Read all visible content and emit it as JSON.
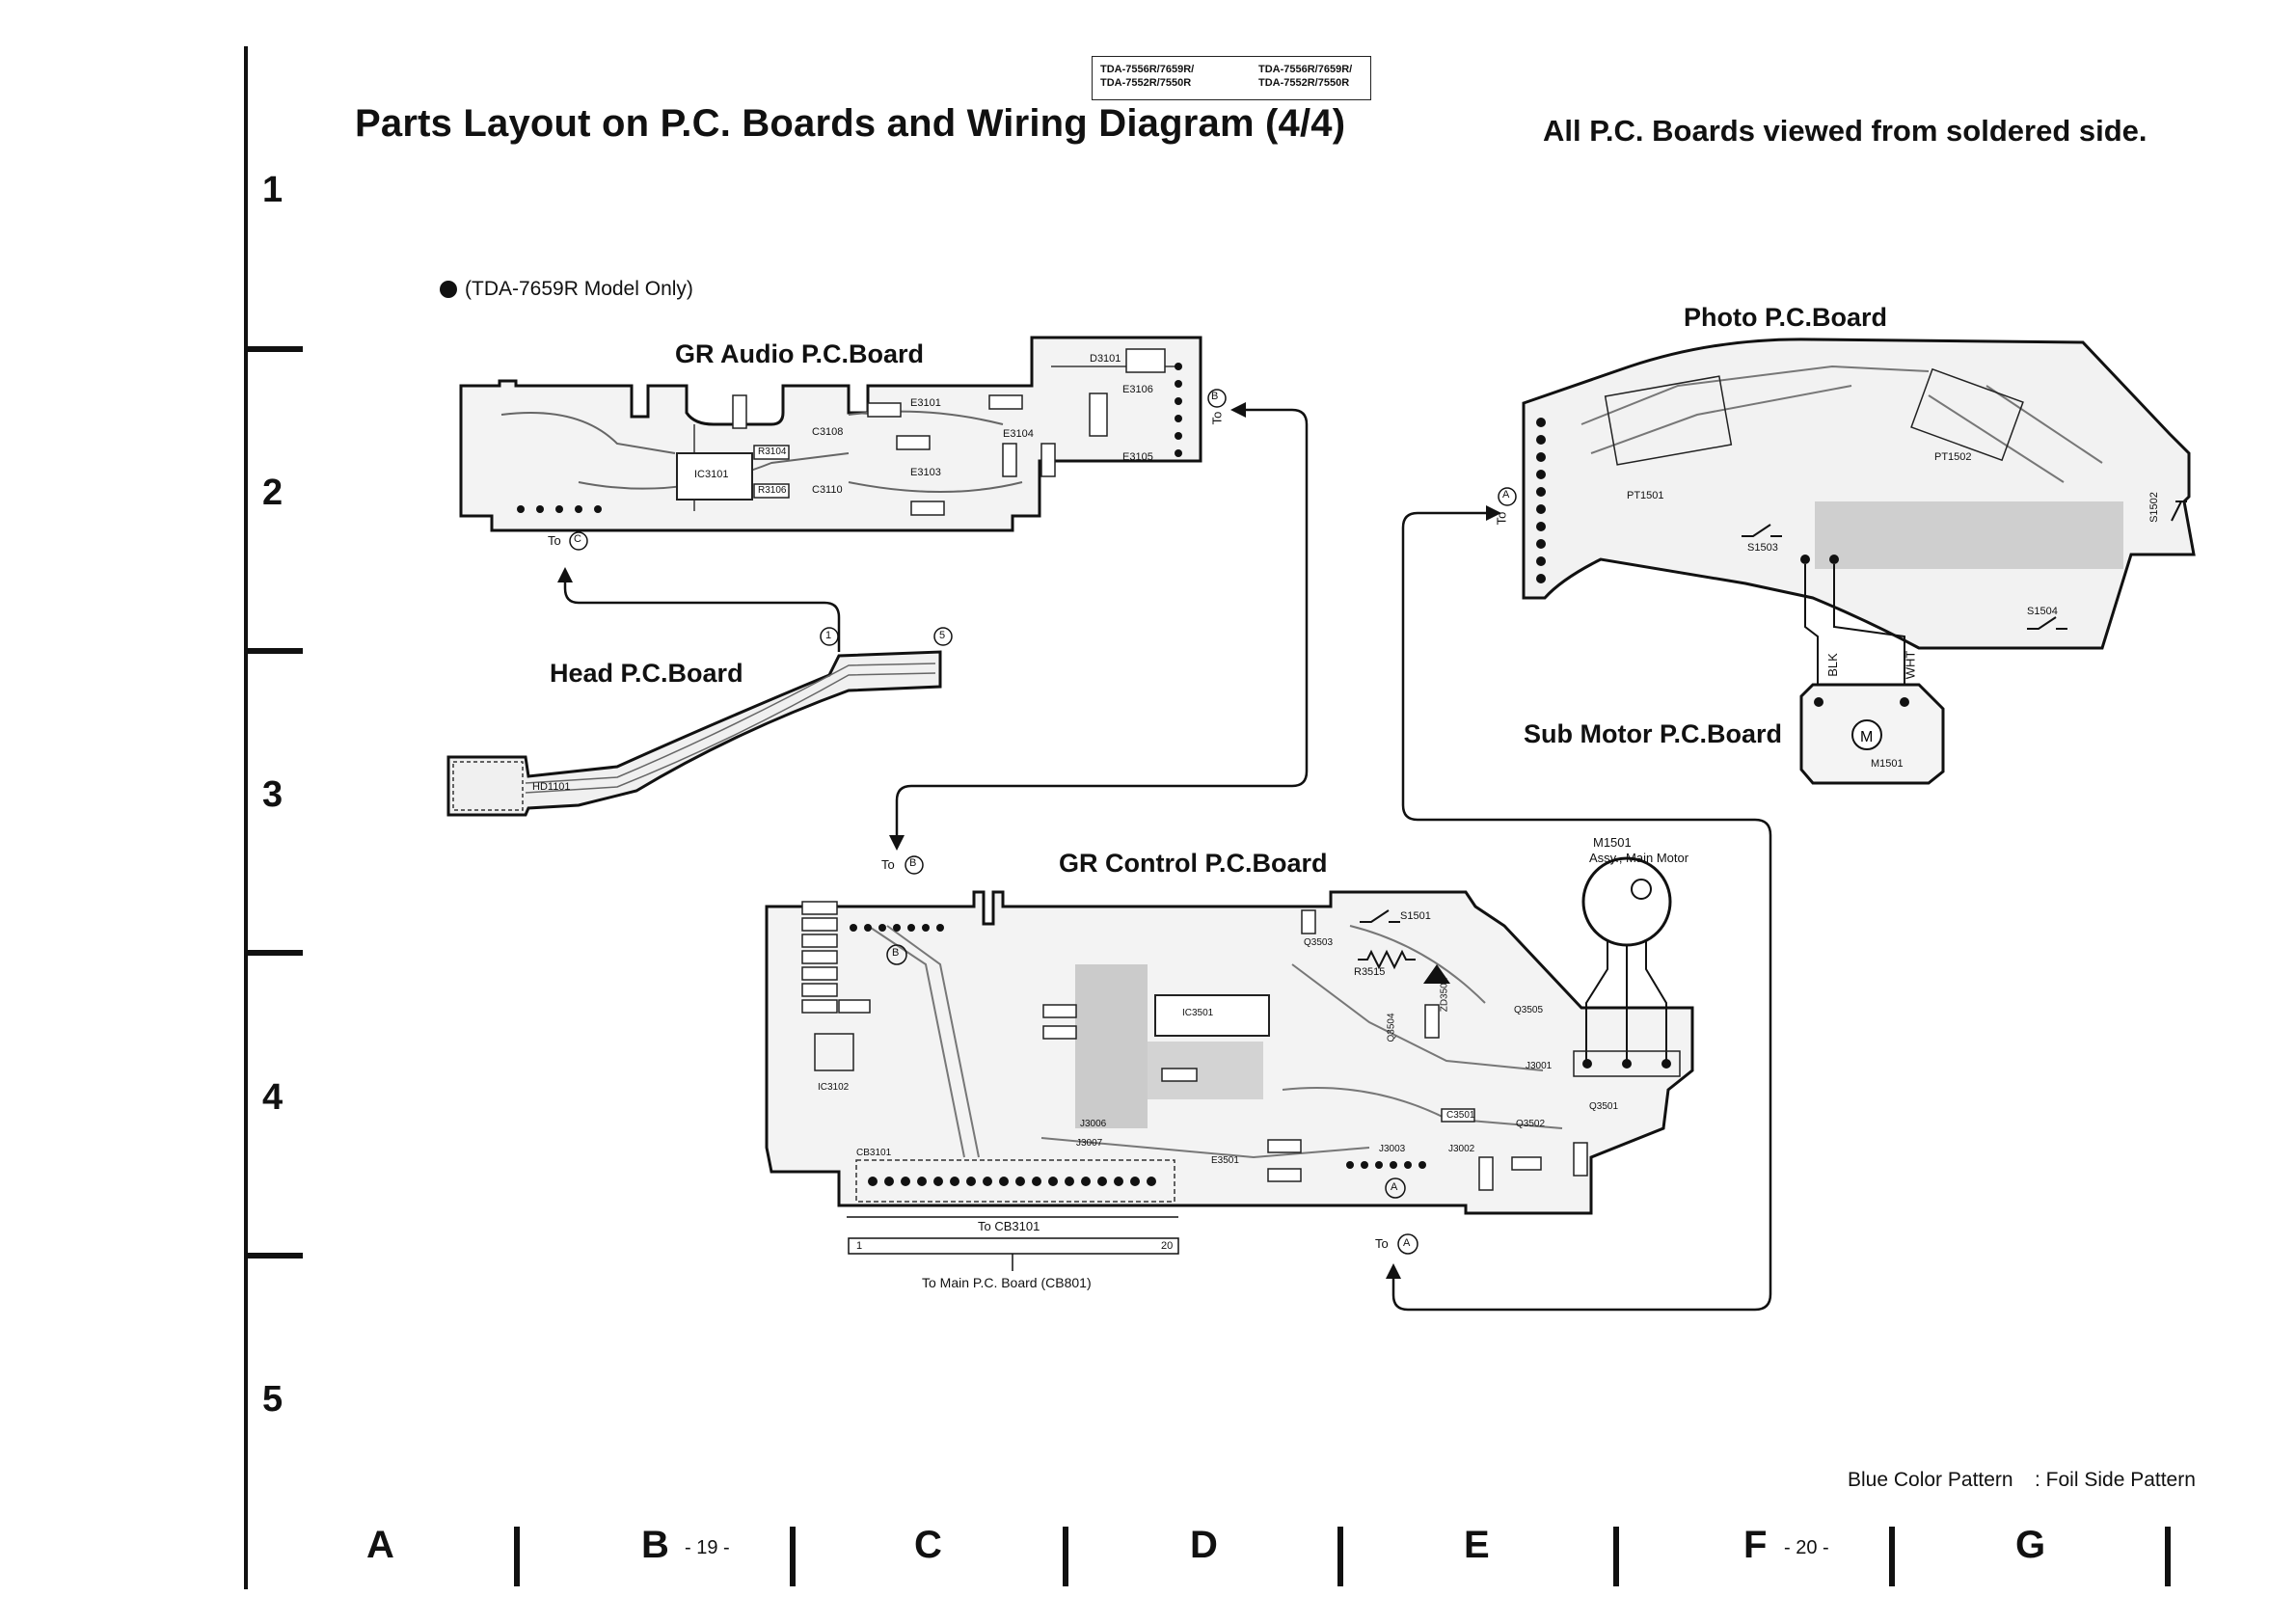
{
  "header": {
    "title": "Parts Layout on P.C. Boards and Wiring Diagram (4/4)",
    "subtitle": "All P.C. Boards viewed from soldered side.",
    "models_left": [
      "TDA-7556R/7659R/",
      "TDA-7552R/7550R"
    ],
    "models_right": [
      "TDA-7556R/7659R/",
      "TDA-7552R/7550R"
    ]
  },
  "legend": {
    "text": "(TDA-7659R Model Only)"
  },
  "boards": {
    "gr_audio": "GR Audio P.C.Board",
    "head": "Head P.C.Board",
    "gr_control": "GR Control P.C.Board",
    "photo": "Photo P.C.Board",
    "sub_motor": "Sub Motor P.C.Board"
  },
  "labels": {
    "to_b": "To",
    "to_c": "To",
    "to_a": "To",
    "b": "B",
    "c": "C",
    "a": "A",
    "hd1101": "HD1101",
    "ic3101": "IC3101",
    "ic3501": "IC3501",
    "ic3102": "IC3102",
    "pt1501": "PT1501",
    "pt1502": "PT1502",
    "s1503": "S1503",
    "s1504": "S1504",
    "s1502": "S1502",
    "s1501": "S1501",
    "m1501": "M1501",
    "m1501_main": "M1501",
    "main_motor": "Assy., Main Motor",
    "blk": "BLK",
    "wht": "WHT",
    "to_cb3101": "To CB3101",
    "to_main": "To Main P.C. Board (CB801)",
    "cb3101": "CB3101",
    "conn_1": "1",
    "conn_20": "20",
    "pin1": "1",
    "pin5": "5",
    "r3515": "R3515",
    "zd3501": "ZD3501",
    "q3503": "Q3503",
    "q3504": "Q3504",
    "q3505": "Q3505",
    "q3501": "Q3501",
    "q3502": "Q3502",
    "j3001": "J3001",
    "j3002": "J3002",
    "j3003": "J3003",
    "j3006": "J3006",
    "j3007": "J3007",
    "c3501": "C3501",
    "e3501": "E3501",
    "d3101": "D3101",
    "e3101": "E3101",
    "e3103": "E3103",
    "e3104": "E3104",
    "e3105": "E3105",
    "e3106": "E3106",
    "c3108": "C3108",
    "c3110": "C3110",
    "r3104": "R3104",
    "r3106": "R3106"
  },
  "row_numbers": [
    "1",
    "2",
    "3",
    "4",
    "5"
  ],
  "column_letters": [
    "A",
    "B",
    "C",
    "D",
    "E",
    "F",
    "G"
  ],
  "page_numbers": {
    "left": "- 19 -",
    "right": "- 20 -"
  },
  "footer": {
    "pattern": "Blue Color Pattern",
    "foil": ": Foil Side Pattern"
  }
}
